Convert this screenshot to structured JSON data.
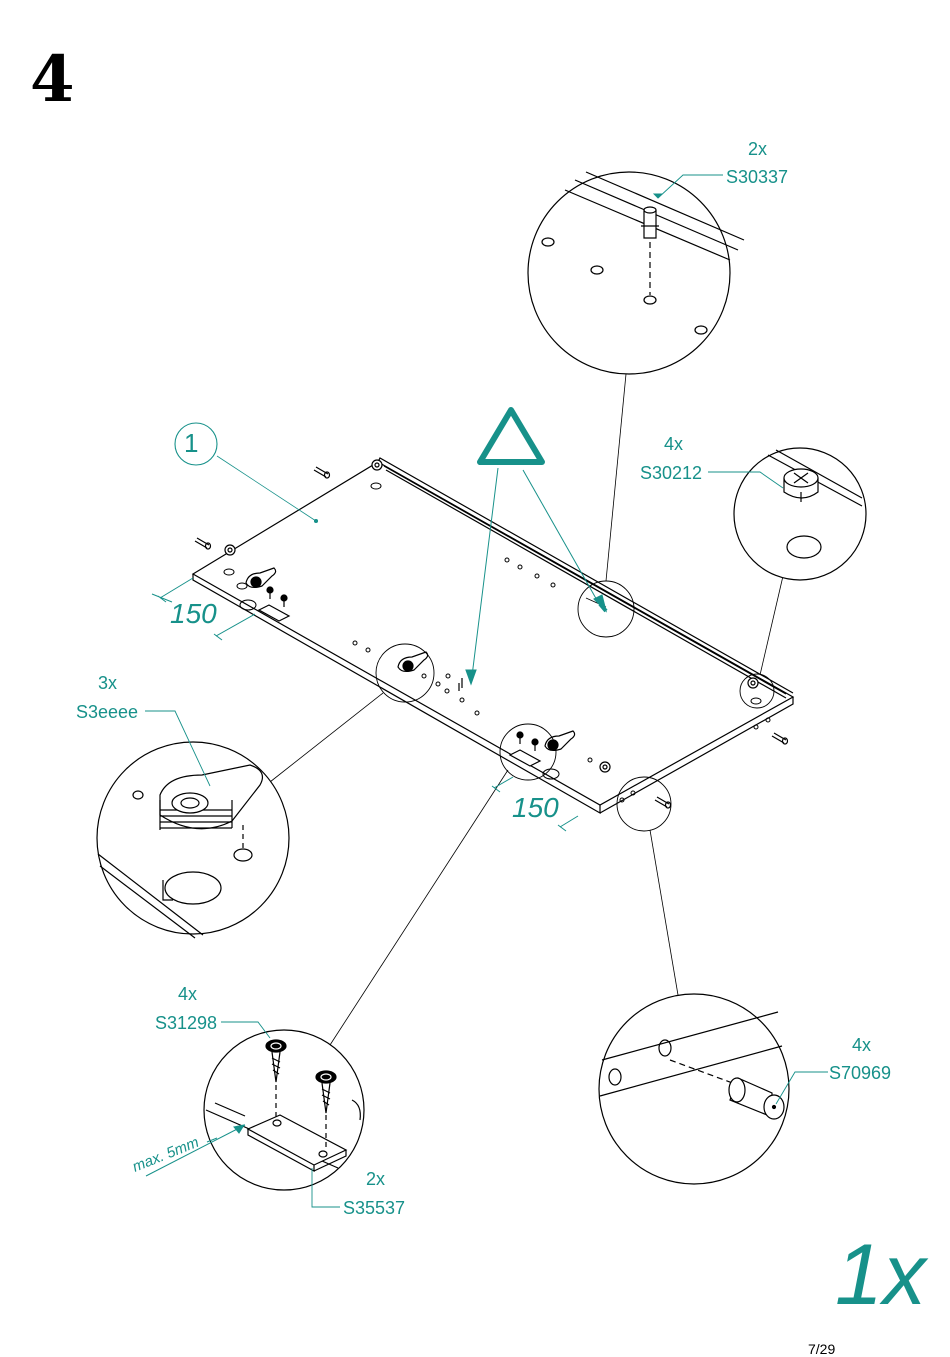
{
  "step": {
    "number": "4"
  },
  "part_badge": {
    "number": "1"
  },
  "callouts": {
    "top_dowel": {
      "qty": "2x",
      "code": "S30337"
    },
    "cam_housing": {
      "qty": "4x",
      "code": "S30212"
    },
    "cam_lock": {
      "qty": "3x",
      "code": "S3eeee"
    },
    "screw": {
      "qty": "4x",
      "code": "S31298"
    },
    "plate": {
      "qty": "2x",
      "code": "S35537"
    },
    "dowel": {
      "qty": "4x",
      "code": "S70969"
    }
  },
  "dimensions": {
    "left": "150",
    "right": "150",
    "max_gap": "max. 5mm"
  },
  "quantity": "1x",
  "page": "7/29",
  "colors": {
    "accent": "#17918a",
    "line": "#000000"
  }
}
